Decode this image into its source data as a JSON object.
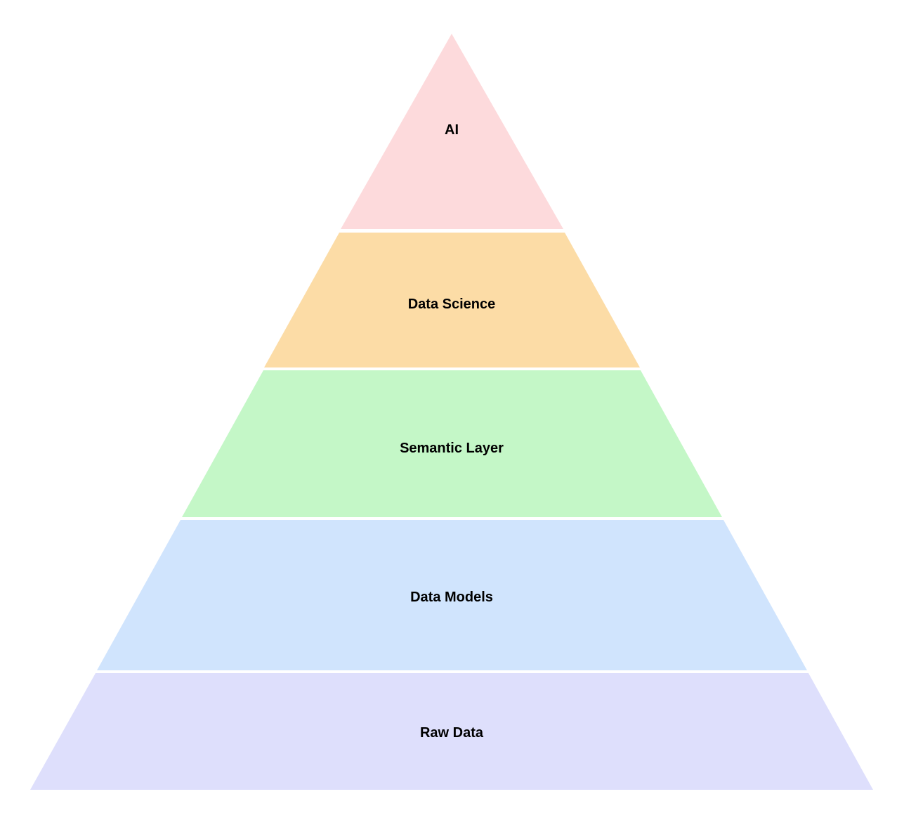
{
  "diagram": {
    "type": "pyramid",
    "layers": [
      {
        "label": "AI",
        "color": "#FDDADC"
      },
      {
        "label": "Data Science",
        "color": "#FCDCA6"
      },
      {
        "label": "Semantic Layer",
        "color": "#C4F7C7"
      },
      {
        "label": "Data Models",
        "color": "#D0E4FD"
      },
      {
        "label": "Raw Data",
        "color": "#DEDFFC"
      }
    ]
  }
}
